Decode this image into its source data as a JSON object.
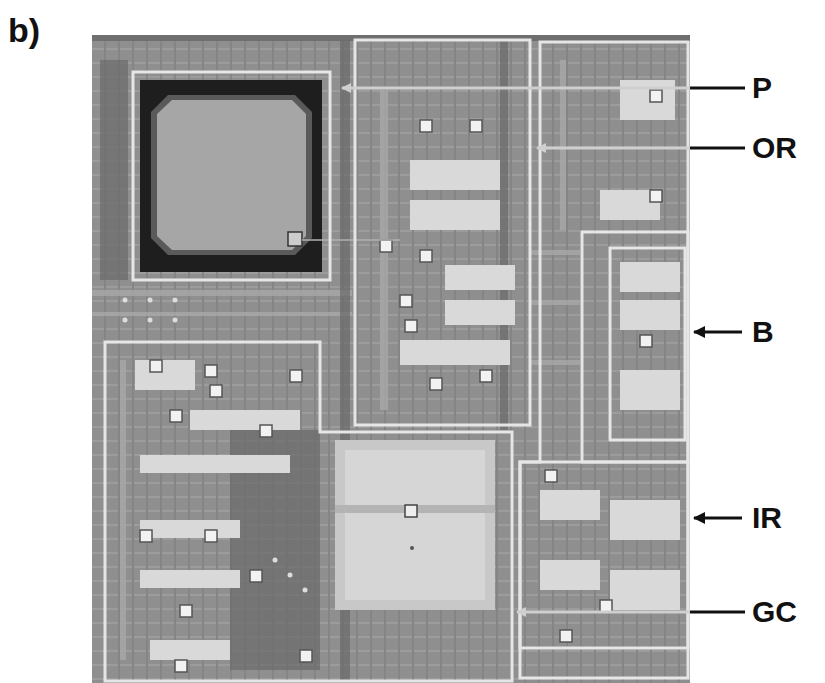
{
  "diagram": {
    "labels": [
      "b)",
      "P",
      "OR",
      "B",
      "IR",
      "GC"
    ]
  }
}
